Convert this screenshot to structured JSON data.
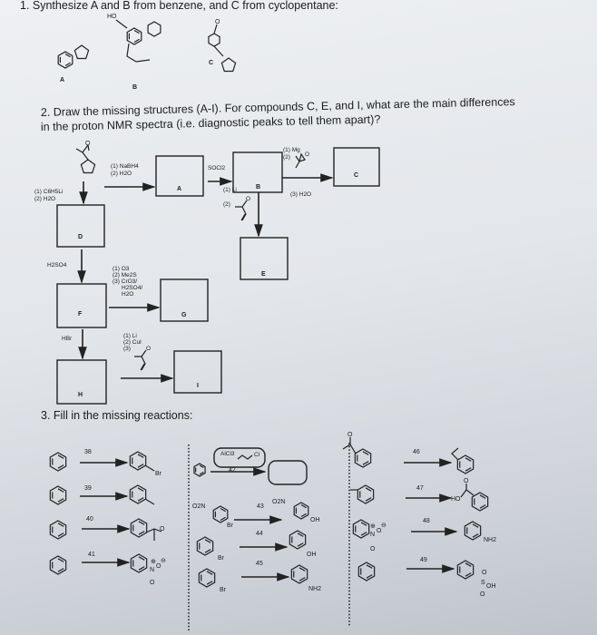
{
  "question1": {
    "text": "1. Synthesize A and B from benzene, and C from cyclopentane:",
    "labels": {
      "a": "A",
      "b": "B",
      "c": "C"
    },
    "substituents": {
      "b_ho": "HO",
      "c_o": "O"
    }
  },
  "question2": {
    "line1": "2. Draw the missing structures (A-I). For compounds C, E, and I, what are the main differences",
    "line2": "in the proton NMR spectra (i.e. diagnostic peaks to tell them apart)?",
    "start_o": "O",
    "boxes": {
      "a": "A",
      "b": "B",
      "c": "C",
      "d": "D",
      "e": "E",
      "f": "F",
      "g": "G",
      "h": "H",
      "i": "I"
    },
    "reagents": {
      "to_a": [
        "(1) NaBH4",
        "(2) H2O"
      ],
      "to_b": "SOCl2",
      "to_c": [
        "(1) Mg",
        "(2)",
        "(3) H2O"
      ],
      "to_c_o": "O",
      "to_d": [
        "(1) C6H5Li",
        "(2) H2O"
      ],
      "to_e": [
        "(1) Li",
        "(2)"
      ],
      "to_e_o": "O",
      "to_f": "H2SO4",
      "to_g": [
        "(1) O3",
        "(2) Me2S",
        "(3) CrO3/",
        "H2SO4/",
        "H2O"
      ],
      "to_h": "HBr",
      "to_i": [
        "(1) Li",
        "(2) CuI",
        "(3)"
      ],
      "to_i_o": "O"
    }
  },
  "question3": {
    "title": "3. Fill in the missing reactions:",
    "numbers": [
      "38",
      "39",
      "40",
      "41",
      "42",
      "43",
      "44",
      "45",
      "46",
      "47",
      "48",
      "49"
    ],
    "reagent_42": {
      "lewis_acid": "AlCl3",
      "halide": "Cl"
    },
    "groups": {
      "br": "Br",
      "o": "O",
      "oh": "OH",
      "nh2": "NH2",
      "o2n": "O2N",
      "ho": "HO",
      "n_plus": "N",
      "plus": "⊕",
      "minus": "⊖",
      "s": "S"
    }
  }
}
